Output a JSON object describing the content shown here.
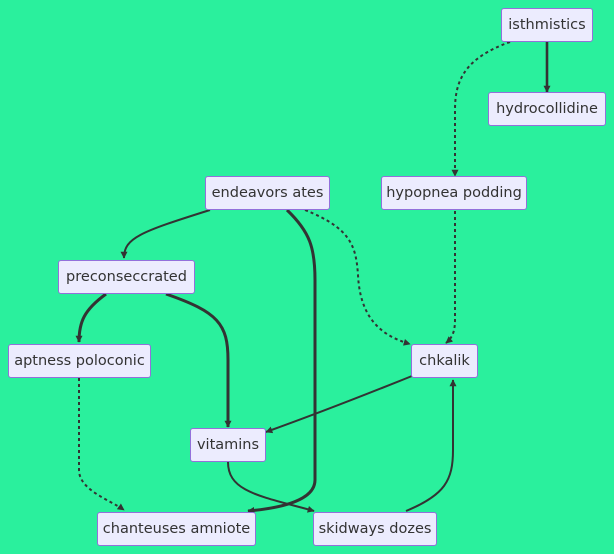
{
  "nodes": {
    "isthmistics": "isthmistics",
    "hydrocollidine": "hydrocollidine",
    "endeavors_ates": "endeavors ates",
    "hypopnea_podding": "hypopnea podding",
    "preconseccrated": "preconseccrated",
    "aptness_poloconic": "aptness poloconic",
    "chkalik": "chkalik",
    "vitamins": "vitamins",
    "chanteuses_amniote": "chanteuses amniote",
    "skidways_dozes": "skidways dozes"
  },
  "edges": [
    {
      "from": "isthmistics",
      "to": "hydrocollidine",
      "style": "thick"
    },
    {
      "from": "isthmistics",
      "to": "hypopnea_podding",
      "style": "dotted"
    },
    {
      "from": "hypopnea_podding",
      "to": "chkalik",
      "style": "dotted"
    },
    {
      "from": "endeavors_ates",
      "to": "preconseccrated",
      "style": "normal"
    },
    {
      "from": "endeavors_ates",
      "to": "chanteuses_amniote",
      "style": "thick"
    },
    {
      "from": "endeavors_ates",
      "to": "chkalik",
      "style": "dotted"
    },
    {
      "from": "preconseccrated",
      "to": "aptness_poloconic",
      "style": "thick"
    },
    {
      "from": "preconseccrated",
      "to": "vitamins",
      "style": "thick"
    },
    {
      "from": "aptness_poloconic",
      "to": "chanteuses_amniote",
      "style": "dotted"
    },
    {
      "from": "chkalik",
      "to": "vitamins",
      "style": "normal"
    },
    {
      "from": "vitamins",
      "to": "skidways_dozes",
      "style": "normal"
    },
    {
      "from": "skidways_dozes",
      "to": "chkalik",
      "style": "normal"
    }
  ],
  "colors": {
    "background": "#2af09d",
    "node_fill": "#ececfe",
    "node_border": "#9370db",
    "edge": "#333333",
    "text": "#333333"
  }
}
